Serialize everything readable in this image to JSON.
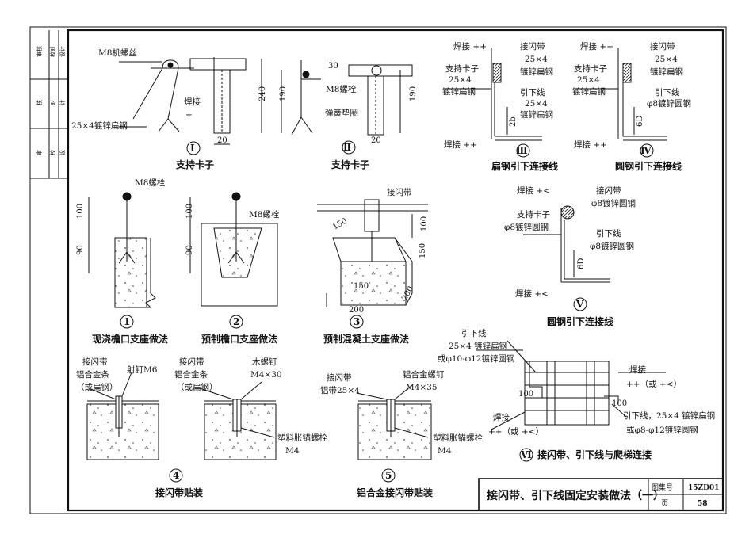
{
  "strip": {
    "t1": "审核",
    "t2": "校对",
    "t3": "设计",
    "t4": "核",
    "t5": "对",
    "t6": "计",
    "t7": "审",
    "t8": "校",
    "t9": "设"
  },
  "numerals": {
    "I": "Ⅰ",
    "II": "Ⅱ",
    "III": "Ⅲ",
    "IV": "Ⅳ",
    "V": "Ⅴ",
    "VI": "Ⅵ",
    "n1": "1",
    "n2": "2",
    "n3": "3",
    "n4": "4",
    "n5": "5"
  },
  "captions": {
    "support_clip": "支持卡子",
    "flat_down_conn": "扁钢引下连接线",
    "round_down_conn": "圆钢引下连接线",
    "cast_parapet": "现浇檐口支座做法",
    "precast_parapet": "预制檐口支座做法",
    "precast_base": "预制混凝土支座做法",
    "ladder_conn": "接闪带、引下线与爬梯连接",
    "strip_mount": "接闪带贴装",
    "al_strip_mount": "铝合金接闪带贴装"
  },
  "labels": {
    "m8_machine_screw": "M8机螺丝",
    "flat_steel_25x4": "25×4镀锌扁钢",
    "weld": "焊接",
    "weld_sym": "+",
    "weld_pp": "焊接 ++",
    "weld_px": "焊接 +<",
    "weld_or": "++（或 +<）",
    "m8_bolt": "M8螺栓",
    "spring_washer": "弹簧垫圈",
    "air_terminal": "接闪带",
    "spec_25x4": "25×4",
    "galv_flat": "镀锌扁钢",
    "support_clip": "支持卡子",
    "down_conductor": "引下线",
    "phi8_round": "φ8镀锌圆钢",
    "vi_spec_1": "25×4 镀锌扁钢",
    "vi_spec_2": "或φ10-φ12镀锌圆钢",
    "vi_spec_3": "引下线，25×4 镀锌扁钢",
    "vi_spec_4": "或φ8-φ12镀锌圆钢",
    "al_strip": "铝合金条",
    "or_flat": "（或扁钢）",
    "nail_m6": "射钉M6",
    "wood_screw": "木螺钉",
    "m4x30": "M4×30",
    "plastic_anchor": "塑料胀锚螺栓",
    "m4": "M4",
    "al_band": "铝带25×4",
    "al_screw": "铝合金螺钉",
    "m4x35": "M4×35"
  },
  "dims": {
    "d240": "240",
    "d190": "190",
    "d30": "30",
    "d20": "20",
    "d2b": "2b",
    "d6D": "6D",
    "d100": "100",
    "d90": "90",
    "d150": "150",
    "d200": "200"
  },
  "title_block": {
    "title": "接闪带、引下线固定安装做法（一）",
    "atlas_label": "图集号",
    "atlas_no": "15ZD01",
    "page_label": "页",
    "page_no": "58"
  }
}
